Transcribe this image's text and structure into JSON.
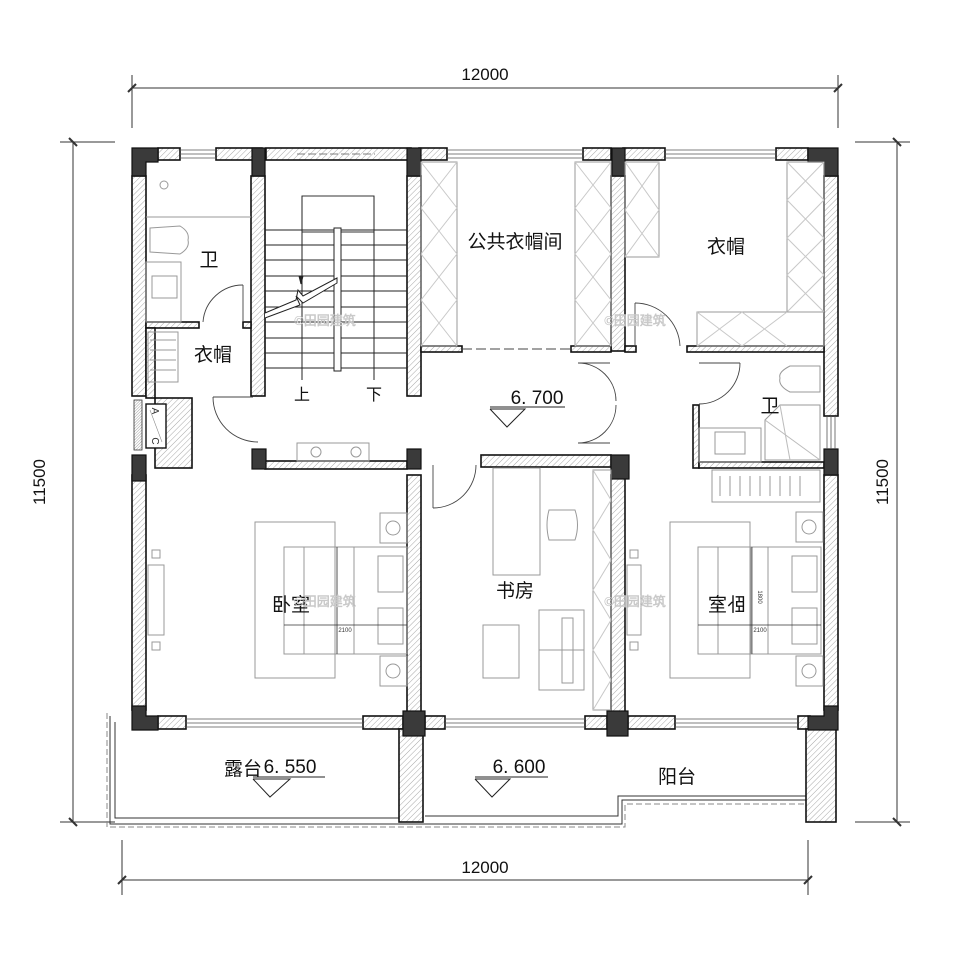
{
  "dimensions": {
    "top_width": "12000",
    "bottom_width": "12000",
    "left_height": "11500",
    "right_height": "11500"
  },
  "rooms": {
    "bath_left": "卫",
    "closet_left": "衣帽",
    "public_closet": "公共衣帽间",
    "closet_right": "衣帽",
    "bath_right": "卫",
    "bedroom_left": "卧室",
    "study": "书房",
    "bedroom_right": "卧室",
    "terrace": "露台",
    "balcony": "阳台"
  },
  "stairs": {
    "up_label": "上",
    "down_label": "下"
  },
  "elevations": {
    "hall": "6. 700",
    "terrace": "6. 550",
    "balcony": "6. 600"
  },
  "annotations": {
    "ac_a": "A",
    "ac_c": "C",
    "bed_width": "2100",
    "bed_length": "1800",
    "watermark": "©田园建筑"
  },
  "colors": {
    "column_fill": "#3a3a3a",
    "wall_hatch": "#9a9a9a",
    "line": "#111111",
    "furniture": "#aaaaaa"
  }
}
